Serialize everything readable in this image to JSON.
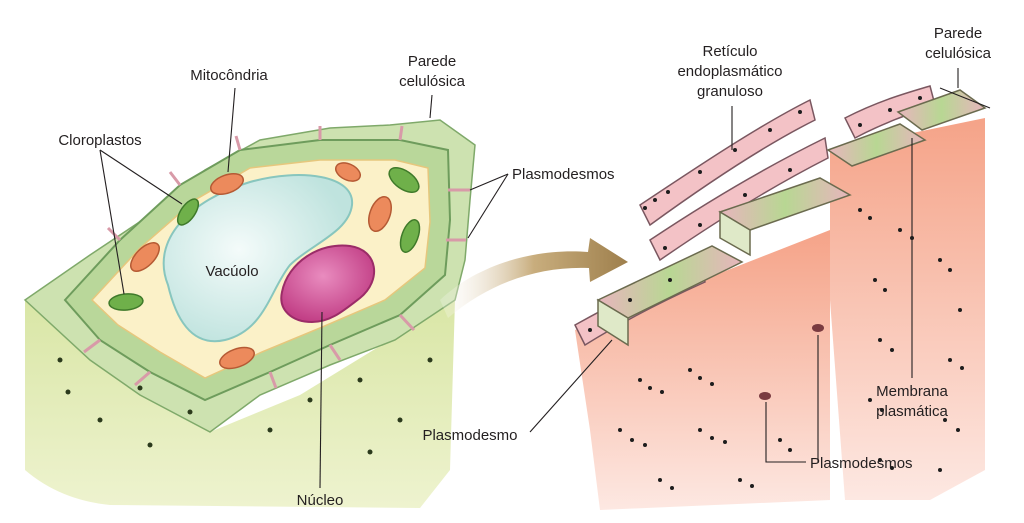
{
  "labels": {
    "mitocondria": "Mitocôndria",
    "parede_left_1": "Parede",
    "parede_left_2": "celulósica",
    "cloroplastos": "Cloroplastos",
    "plasmodesmos_left": "Plasmodesmos",
    "vacuolo": "Vacúolo",
    "nucleo": "Núcleo",
    "reticulo_1": "Retículo",
    "reticulo_2": "endoplasmático",
    "reticulo_3": "granuloso",
    "parede_right_1": "Parede",
    "parede_right_2": "celulósica",
    "plasmodesmo": "Plasmodesmo",
    "membrana_1": "Membrana",
    "membrana_2": "plasmática",
    "plasmodesmos_right": "Plasmodesmos"
  },
  "colors": {
    "wall_green": "#b9d79a",
    "cytoplasm": "#fbf1c8",
    "vacuole": "#dff1ee",
    "nucleus": "#d4549a",
    "mitochondria": "#ec8a5c",
    "chloroplast": "#6fb04a",
    "membrane_salmon": "#f08a70",
    "arrow_gold": "#b3935e"
  }
}
